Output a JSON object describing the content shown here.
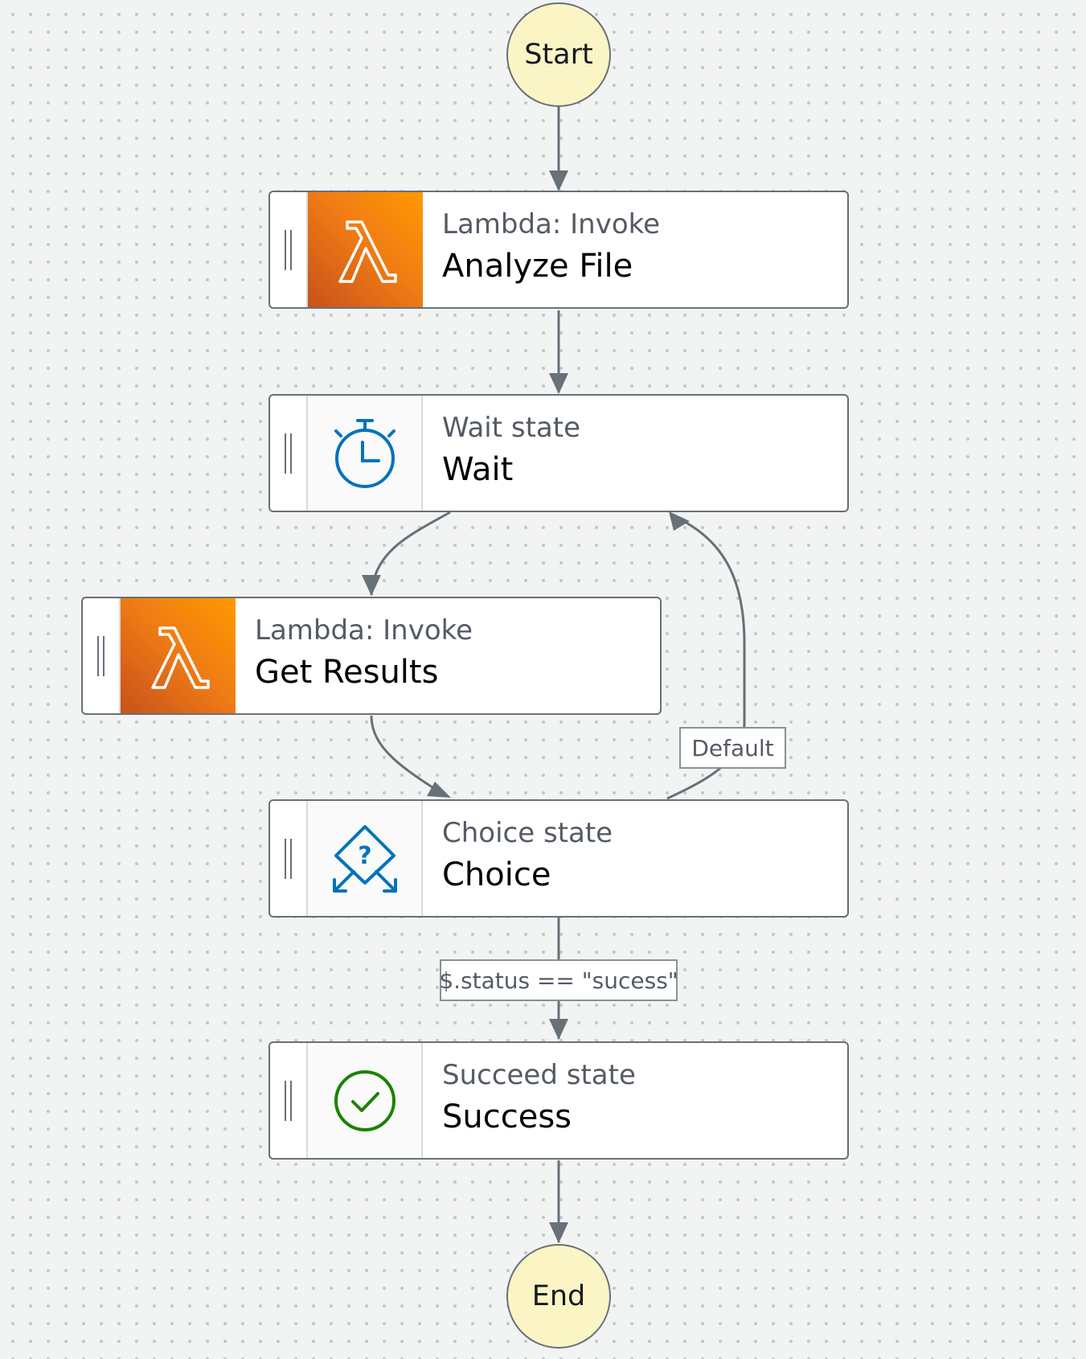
{
  "start": {
    "label": "Start"
  },
  "end": {
    "label": "End"
  },
  "states": [
    {
      "type": "Lambda: Invoke",
      "name": "Analyze File",
      "icon": "lambda-icon"
    },
    {
      "type": "Wait state",
      "name": "Wait",
      "icon": "stopwatch-icon"
    },
    {
      "type": "Lambda: Invoke",
      "name": "Get Results",
      "icon": "lambda-icon"
    },
    {
      "type": "Choice state",
      "name": "Choice",
      "icon": "choice-diamond-icon"
    },
    {
      "type": "Succeed state",
      "name": "Success",
      "icon": "check-circle-icon"
    }
  ],
  "edge_labels": {
    "default": "Default",
    "condition": "$.status == \"sucess\""
  },
  "colors": {
    "edge": "#687078",
    "lambda_orange": "#ff9900",
    "wait_blue": "#0073bb",
    "choice_blue": "#0073bb",
    "success_green": "#1d8102",
    "terminal_fill": "#fbf5c5"
  }
}
